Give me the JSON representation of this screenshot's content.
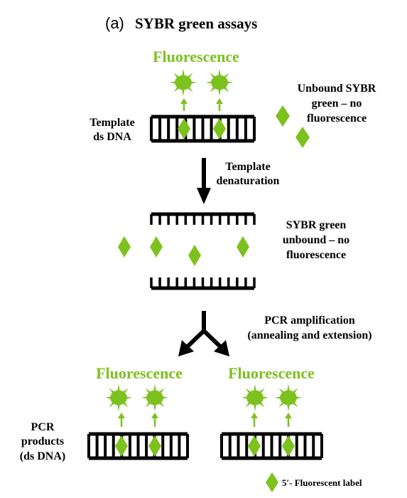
{
  "title": {
    "panel_letter": "(a)",
    "text": "SYBR green assays"
  },
  "labels": {
    "fluorescence_top": "Fluorescence",
    "unbound_note": [
      "Unbound SYBR",
      "green – no",
      "fluorescence"
    ],
    "template_dsdna": [
      "Template",
      "ds DNA"
    ],
    "step_denaturation": [
      "Template",
      "denaturation"
    ],
    "sybr_unbound": [
      "SYBR green",
      "unbound – no",
      "fluorescence"
    ],
    "step_pcr": [
      "PCR amplification",
      "(annealing and extension)"
    ],
    "fluorescence_left": "Fluorescence",
    "fluorescence_right": "Fluorescence",
    "pcr_products": [
      "PCR",
      "products",
      "(ds DNA)"
    ],
    "legend": "5′- Fluorescent label"
  },
  "colors": {
    "green": "#7dc11f",
    "black": "#000000",
    "background": "#ffffff"
  },
  "icons": {
    "dye": "green-diamond",
    "emission": "starburst-sun",
    "arrow": "black-arrow"
  }
}
